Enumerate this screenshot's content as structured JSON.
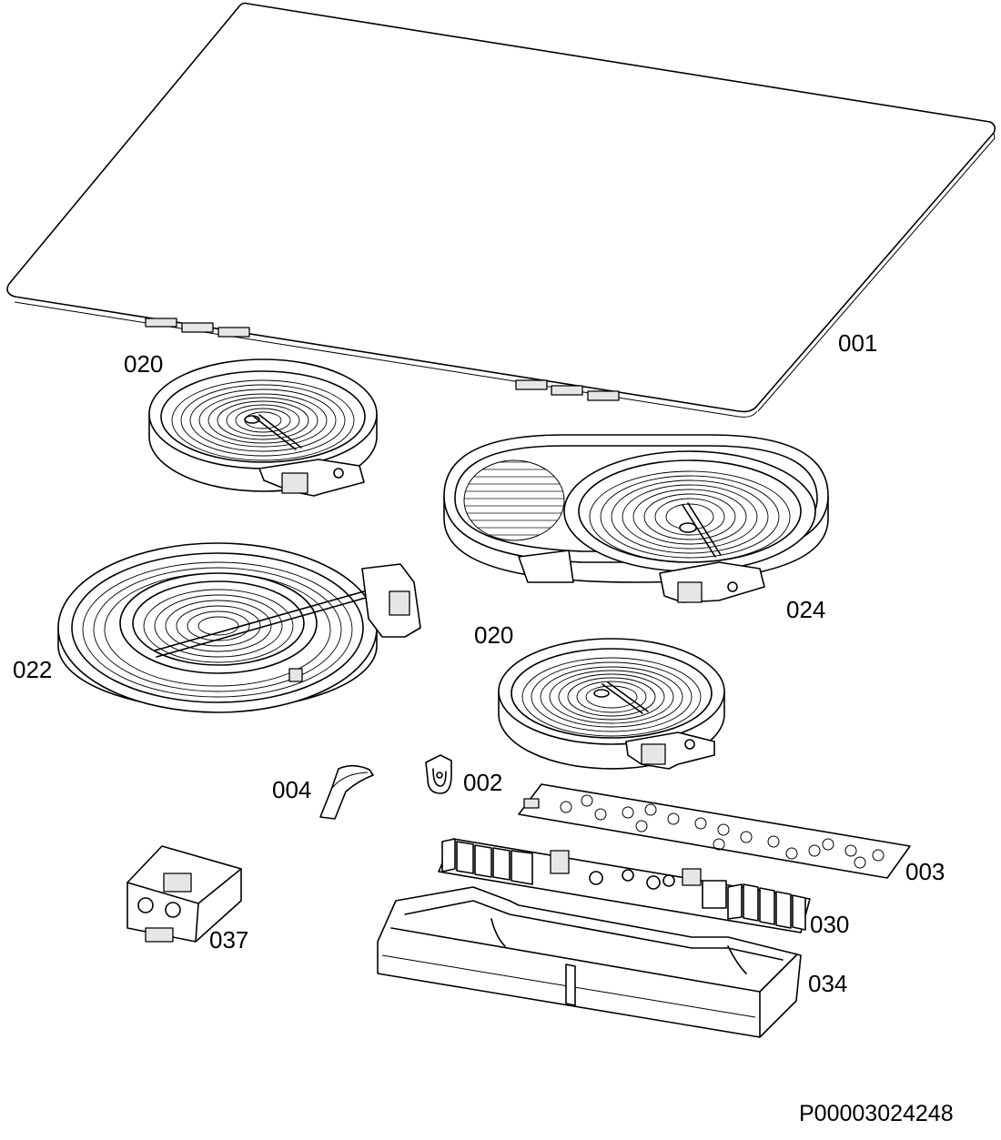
{
  "diagram": {
    "document_id": "P00003024248",
    "parts": [
      {
        "id": "glass-top",
        "label": "001"
      },
      {
        "id": "heater-small-top",
        "label": "020"
      },
      {
        "id": "heater-oval",
        "label": "024"
      },
      {
        "id": "heater-large-dual",
        "label": "022"
      },
      {
        "id": "heater-small-bottom",
        "label": "020"
      },
      {
        "id": "strap",
        "label": "004"
      },
      {
        "id": "clip",
        "label": "002"
      },
      {
        "id": "touch-control-board",
        "label": "003"
      },
      {
        "id": "power-board",
        "label": "030"
      },
      {
        "id": "board-housing",
        "label": "034"
      },
      {
        "id": "terminal-block",
        "label": "037"
      }
    ]
  }
}
